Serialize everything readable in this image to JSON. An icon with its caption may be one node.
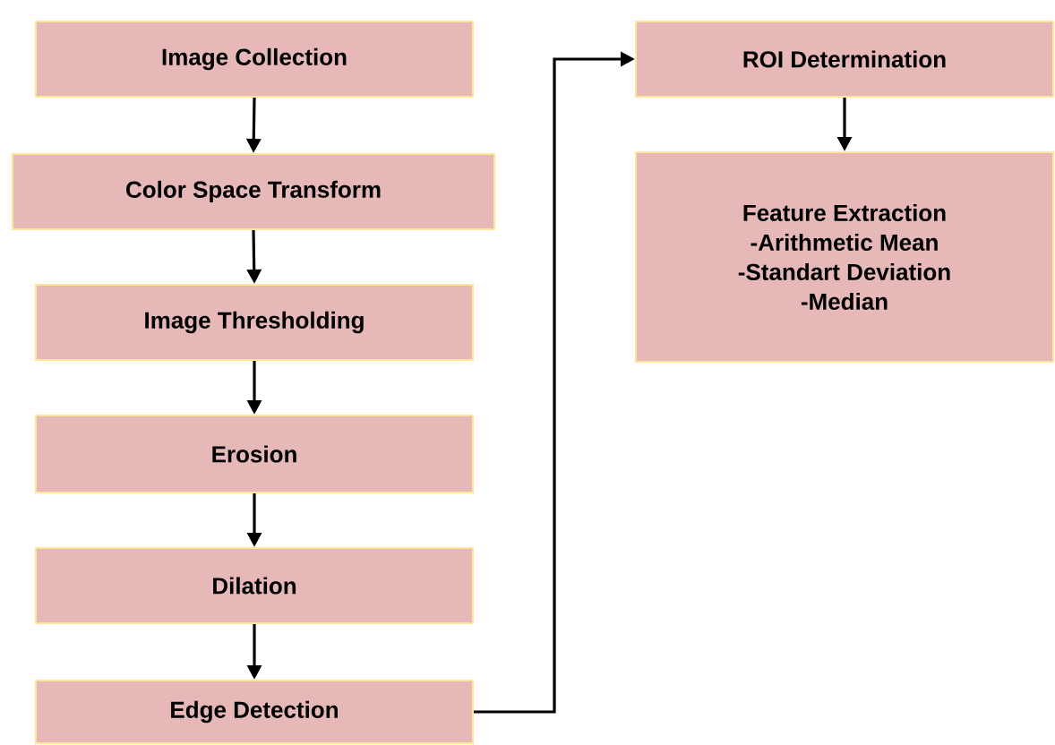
{
  "diagram": {
    "nodes": [
      {
        "text": [
          "Image Collection"
        ]
      },
      {
        "text": [
          "Color Space Transform"
        ]
      },
      {
        "text": [
          "Image Thresholding"
        ]
      },
      {
        "text": [
          "Erosion"
        ]
      },
      {
        "text": [
          "Dilation"
        ]
      },
      {
        "text": [
          "Edge Detection"
        ]
      },
      {
        "text": [
          "ROI Determination"
        ]
      },
      {
        "text": [
          "Feature Extraction",
          "-Arithmetic Mean",
          "-Standart Deviation",
          "-Median"
        ]
      }
    ],
    "edges": [
      {
        "from": 0,
        "to": 1,
        "arrow": "to"
      },
      {
        "from": 1,
        "to": 2,
        "arrow": "to"
      },
      {
        "from": 2,
        "to": 3,
        "arrow": "to"
      },
      {
        "from": 3,
        "to": 4,
        "arrow": "to"
      },
      {
        "from": 4,
        "to": 5,
        "arrow": "to"
      },
      {
        "from": 5,
        "to": 6,
        "arrow": "to"
      },
      {
        "from": 6,
        "to": 7,
        "arrow": "to"
      }
    ]
  }
}
